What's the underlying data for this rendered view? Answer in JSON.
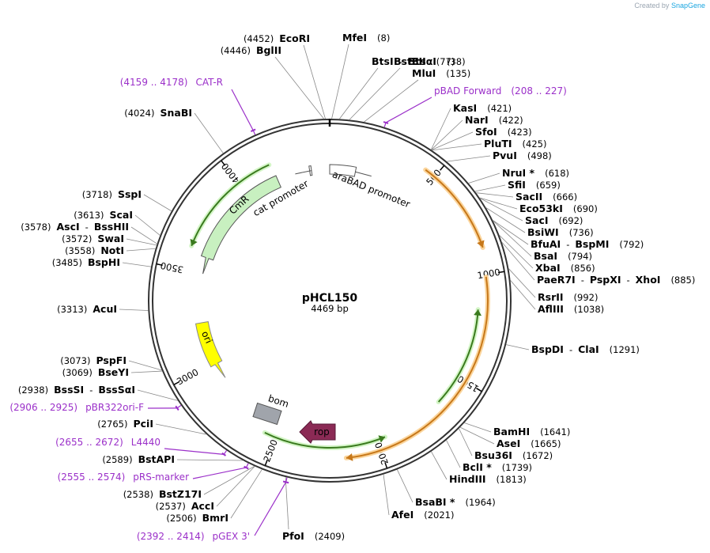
{
  "credit": {
    "prefix": "Created by",
    "brand": "SnapGene"
  },
  "plasmid": {
    "name": "pHCL150",
    "length_label": "4469 bp",
    "length": 4469
  },
  "ticks": [
    "500",
    "1000",
    "1500",
    "2000",
    "2500",
    "3000",
    "3500",
    "4000"
  ],
  "sites_right": [
    {
      "parts": [
        "MfeI"
      ],
      "pos": "(8)"
    },
    {
      "parts": [
        "BtsI",
        "BtsαI"
      ],
      "pos": "(38)"
    },
    {
      "parts": [
        "BstEII"
      ],
      "pos": "(77)"
    },
    {
      "parts": [
        "MluI"
      ],
      "pos": "(135)"
    },
    {
      "parts": [
        "KasI"
      ],
      "pos": "(421)"
    },
    {
      "parts": [
        "NarI"
      ],
      "pos": "(422)"
    },
    {
      "parts": [
        "SfoI"
      ],
      "pos": "(423)"
    },
    {
      "parts": [
        "PluTI"
      ],
      "pos": "(425)"
    },
    {
      "parts": [
        "PvuI"
      ],
      "pos": "(498)"
    },
    {
      "parts": [
        "NruI *"
      ],
      "pos": "(618)"
    },
    {
      "parts": [
        "SfiI"
      ],
      "pos": "(659)"
    },
    {
      "parts": [
        "SacII"
      ],
      "pos": "(666)"
    },
    {
      "parts": [
        "Eco53kI"
      ],
      "pos": "(690)"
    },
    {
      "parts": [
        "SacI"
      ],
      "pos": "(692)"
    },
    {
      "parts": [
        "BsiWI"
      ],
      "pos": "(736)"
    },
    {
      "parts": [
        "BfuAI",
        "BspMI"
      ],
      "pos": "(792)"
    },
    {
      "parts": [
        "BsaI"
      ],
      "pos": "(794)"
    },
    {
      "parts": [
        "XbaI"
      ],
      "pos": "(856)"
    },
    {
      "parts": [
        "PaeR7I",
        "PspXI",
        "XhoI"
      ],
      "pos": "(885)"
    },
    {
      "parts": [
        "RsrII"
      ],
      "pos": "(992)"
    },
    {
      "parts": [
        "AflIII"
      ],
      "pos": "(1038)"
    },
    {
      "parts": [
        "BspDI",
        "ClaI"
      ],
      "pos": "(1291)"
    },
    {
      "parts": [
        "BamHI"
      ],
      "pos": "(1641)"
    },
    {
      "parts": [
        "AseI"
      ],
      "pos": "(1665)"
    },
    {
      "parts": [
        "Bsu36I"
      ],
      "pos": "(1672)"
    },
    {
      "parts": [
        "BclI *"
      ],
      "pos": "(1739)"
    },
    {
      "parts": [
        "HindIII"
      ],
      "pos": "(1813)"
    },
    {
      "parts": [
        "BsaBI *"
      ],
      "pos": "(1964)"
    },
    {
      "parts": [
        "AfeI"
      ],
      "pos": "(2021)"
    },
    {
      "parts": [
        "PfoI"
      ],
      "pos": "(2409)"
    }
  ],
  "sites_left": [
    {
      "parts": [
        "EcoRI"
      ],
      "pos": "(4452)"
    },
    {
      "parts": [
        "BglII"
      ],
      "pos": "(4446)"
    },
    {
      "parts": [
        "SnaBI"
      ],
      "pos": "(4024)"
    },
    {
      "parts": [
        "SspI"
      ],
      "pos": "(3718)"
    },
    {
      "parts": [
        "ScaI"
      ],
      "pos": "(3613)"
    },
    {
      "parts": [
        "AscI",
        "BssHII"
      ],
      "pos": "(3578)"
    },
    {
      "parts": [
        "SwaI"
      ],
      "pos": "(3572)"
    },
    {
      "parts": [
        "NotI"
      ],
      "pos": "(3558)"
    },
    {
      "parts": [
        "BspHI"
      ],
      "pos": "(3485)"
    },
    {
      "parts": [
        "AcuI"
      ],
      "pos": "(3313)"
    },
    {
      "parts": [
        "PspFI"
      ],
      "pos": "(3073)"
    },
    {
      "parts": [
        "BseYI"
      ],
      "pos": "(3069)"
    },
    {
      "parts": [
        "BssSI",
        "BssSαI"
      ],
      "pos": "(2938)"
    },
    {
      "parts": [
        "PciI"
      ],
      "pos": "(2765)"
    },
    {
      "parts": [
        "BstAPI"
      ],
      "pos": "(2589)"
    },
    {
      "parts": [
        "BstZ17I"
      ],
      "pos": "(2538)"
    },
    {
      "parts": [
        "AccI"
      ],
      "pos": "(2537)"
    },
    {
      "parts": [
        "BmrI"
      ],
      "pos": "(2506)"
    }
  ],
  "primers": [
    {
      "name": "CAT-R",
      "range": "(4159 .. 4178)"
    },
    {
      "name": "pBAD Forward",
      "range": "(208 .. 227)"
    },
    {
      "name": "pBR322ori-F",
      "range": "(2906 .. 2925)"
    },
    {
      "name": "L4440",
      "range": "(2655 .. 2672)"
    },
    {
      "name": "pRS-marker",
      "range": "(2555 .. 2574)"
    },
    {
      "name": "pGEX 3'",
      "range": "(2392 .. 2414)"
    }
  ],
  "features": [
    {
      "label": "araBAD promoter"
    },
    {
      "label": "cat promoter"
    },
    {
      "label": "CmR"
    },
    {
      "label": "ori"
    },
    {
      "label": "bom"
    },
    {
      "label": "rop"
    }
  ],
  "colors": {
    "primer": "#9b30c9",
    "cds_green": "#c8f0c0",
    "ori_yellow": "#ffff00",
    "rop": "#8b2a55",
    "bom": "#a0a4ab",
    "orange": "#f2a640",
    "dark_green": "#3a7a1e"
  }
}
